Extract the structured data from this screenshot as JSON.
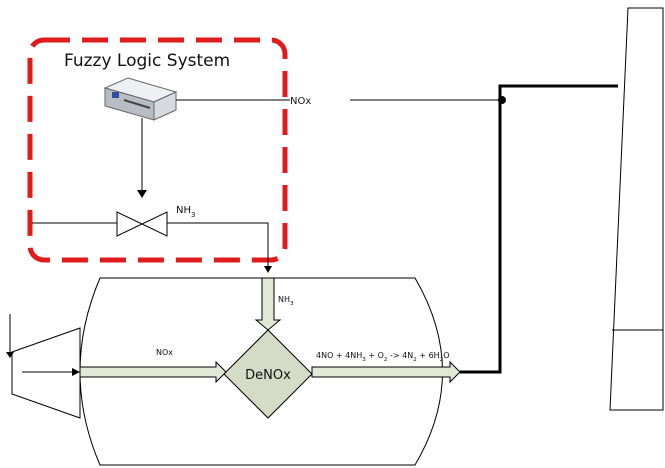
{
  "system_box": {
    "title": "Fuzzy Logic System",
    "border_color": "#e01b1b"
  },
  "signals": {
    "nox_out": "NOx",
    "nh3_valve": "NH3",
    "nh3_inlet": "NH3",
    "nox_flow": "NOx"
  },
  "reactor": {
    "label": "DeNOx",
    "fill_color": "#d4dcc7"
  },
  "reaction": "4NO + 4NH3 + O2 -> 4N2 + 6H2O",
  "colors": {
    "flow_fill": "#e2e7d6",
    "exhaust_line": "#000000"
  }
}
